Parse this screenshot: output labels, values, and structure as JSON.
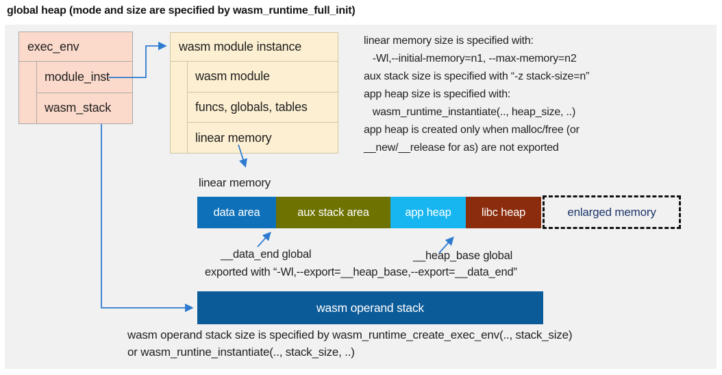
{
  "title": "global heap (mode and size are specified by wasm_runtime_full_init)",
  "exec_env_box": {
    "header": "exec_env",
    "rows": [
      "module_inst",
      "wasm_stack"
    ],
    "fill": "#fcdacb"
  },
  "module_instance_box": {
    "header": "wasm module instance",
    "rows": [
      "wasm module",
      "funcs, globals, tables",
      "linear memory"
    ],
    "fill": "#fdf0d2"
  },
  "notes_right": {
    "lines": [
      "linear memory size is specified with:",
      "   -Wl,--initial-memory=n1, --max-memory=n2",
      "aux stack size is specified with “-z stack-size=n”",
      "app heap size is specified with:",
      "   wasm_runtime_instantiate(.., heap_size, ..)",
      "app heap is created only when malloc/free (or",
      "__new/__release for as) are not exported"
    ]
  },
  "linear_memory": {
    "label": "linear memory",
    "segments": [
      {
        "label": "data area",
        "color": "#0e70b8"
      },
      {
        "label": "aux stack area",
        "color": "#6d7201"
      },
      {
        "label": "app heap",
        "color": "#17b6f0"
      },
      {
        "label": "libc heap",
        "color": "#8b2c0d"
      }
    ],
    "enlarged": {
      "label": "enlarged memory",
      "text_color": "#1c3668"
    }
  },
  "annotations": {
    "data_end": "__data_end global",
    "heap_base": "__heap_base global",
    "exported": "exported with “-Wl,--export=__heap_base,--export=__data_end”"
  },
  "operand_stack": {
    "label": "wasm operand stack",
    "color": "#0c5b99",
    "note_line1": "wasm operand stack size is specified by wasm_runtime_create_exec_env(.., stack_size)",
    "note_line2": "or wasm_runtine_instantiate(.., stack_size, ..)"
  },
  "colors": {
    "panel_background": "#f1f1f2",
    "arrow_blue": "#2e7bcf",
    "enlarged_border": "#111111"
  }
}
